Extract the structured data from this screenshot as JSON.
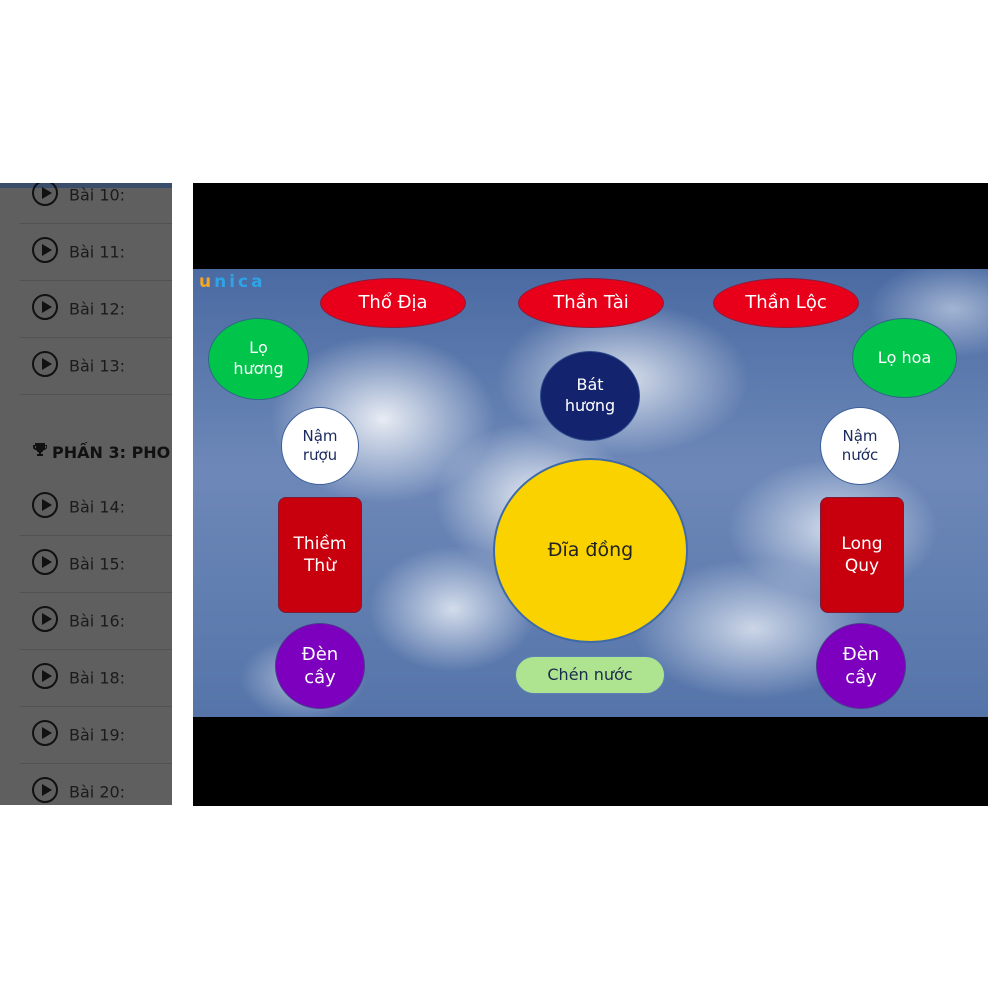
{
  "sidebar": {
    "lessons_before": [
      {
        "label": "Bài 10:"
      },
      {
        "label": "Bài 11:"
      },
      {
        "label": "Bài 12:"
      },
      {
        "label": "Bài 13:"
      }
    ],
    "section_title": "PHẦN 3: PHO",
    "lessons_after": [
      {
        "label": "Bài 14:"
      },
      {
        "label": "Bài 15:"
      },
      {
        "label": "Bài 16:"
      },
      {
        "label": "Bài 18:"
      },
      {
        "label": "Bài 19:"
      },
      {
        "label": "Bài 20:"
      }
    ]
  },
  "player": {
    "logo_first": "u",
    "logo_rest": "nica",
    "slide": {
      "tho_dia": "Thổ Địa",
      "than_tai": "Thần Tài",
      "than_loc": "Thần Lộc",
      "lo_huong": "Lọ hương",
      "lo_hoa": "Lọ hoa",
      "bat_huong": "Bát hương",
      "nam_ruou": "Nậm rượu",
      "nam_nuoc": "Nậm nước",
      "thiem_thu": "Thiềm Thừ",
      "long_quy": "Long Quy",
      "dia_dong": "Đĩa đồng",
      "den_cay_left": "Đèn cầy",
      "den_cay_right": "Đèn cầy",
      "chen_nuoc": "Chén nước"
    }
  },
  "colors": {
    "red": "#e8001a",
    "green": "#00c54a",
    "navy": "#13236e",
    "yellow": "#fad200",
    "purple": "#7c00bd",
    "light_green": "#aee38f"
  }
}
